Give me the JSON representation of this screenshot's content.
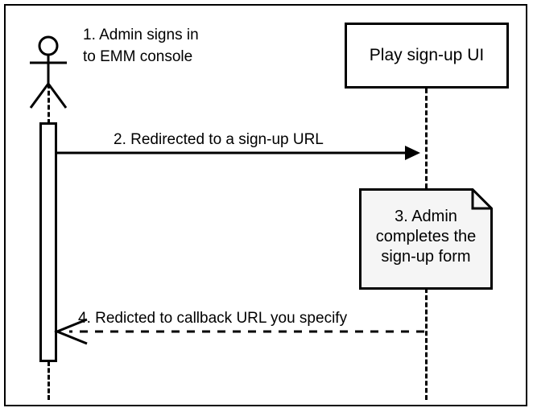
{
  "diagram": {
    "type": "sequence-diagram",
    "title": "EMM sign-up flow",
    "background_color": "#ffffff",
    "line_color": "#000000",
    "note_fill_color": "#f5f5f5"
  },
  "participants": [
    {
      "id": "admin",
      "kind": "actor",
      "icon": "stick-figure-actor-icon",
      "label": ""
    },
    {
      "id": "play_signup_ui",
      "kind": "box",
      "label": "Play sign-up UI"
    }
  ],
  "steps": [
    {
      "number": "1",
      "kind": "caption",
      "lines": [
        "1. Admin signs in",
        "to EMM console"
      ],
      "text": "1. Admin signs in to EMM console"
    },
    {
      "number": "2",
      "kind": "message",
      "style": "solid",
      "arrowhead": "filled",
      "direction": "right",
      "from": "admin",
      "to": "play_signup_ui",
      "text": "2. Redirected to a sign-up URL"
    },
    {
      "number": "3",
      "kind": "note",
      "lines": [
        "3. Admin",
        "completes the",
        "sign-up form"
      ],
      "text": "3. Admin completes the sign-up form"
    },
    {
      "number": "4",
      "kind": "message",
      "style": "dashed",
      "arrowhead": "open",
      "direction": "left",
      "from": "play_signup_ui",
      "to": "admin",
      "text": "4. Redicted to callback URL you specify"
    }
  ],
  "labels": {
    "step1_line1": "1. Admin signs in",
    "step1_line2": "to EMM console",
    "participant_play": "Play sign-up UI",
    "step2": "2. Redirected to a sign-up URL",
    "note_line1": "3. Admin",
    "note_line2": "completes the",
    "note_line3": "sign-up form",
    "step4": "4. Redicted to callback URL you specify"
  }
}
